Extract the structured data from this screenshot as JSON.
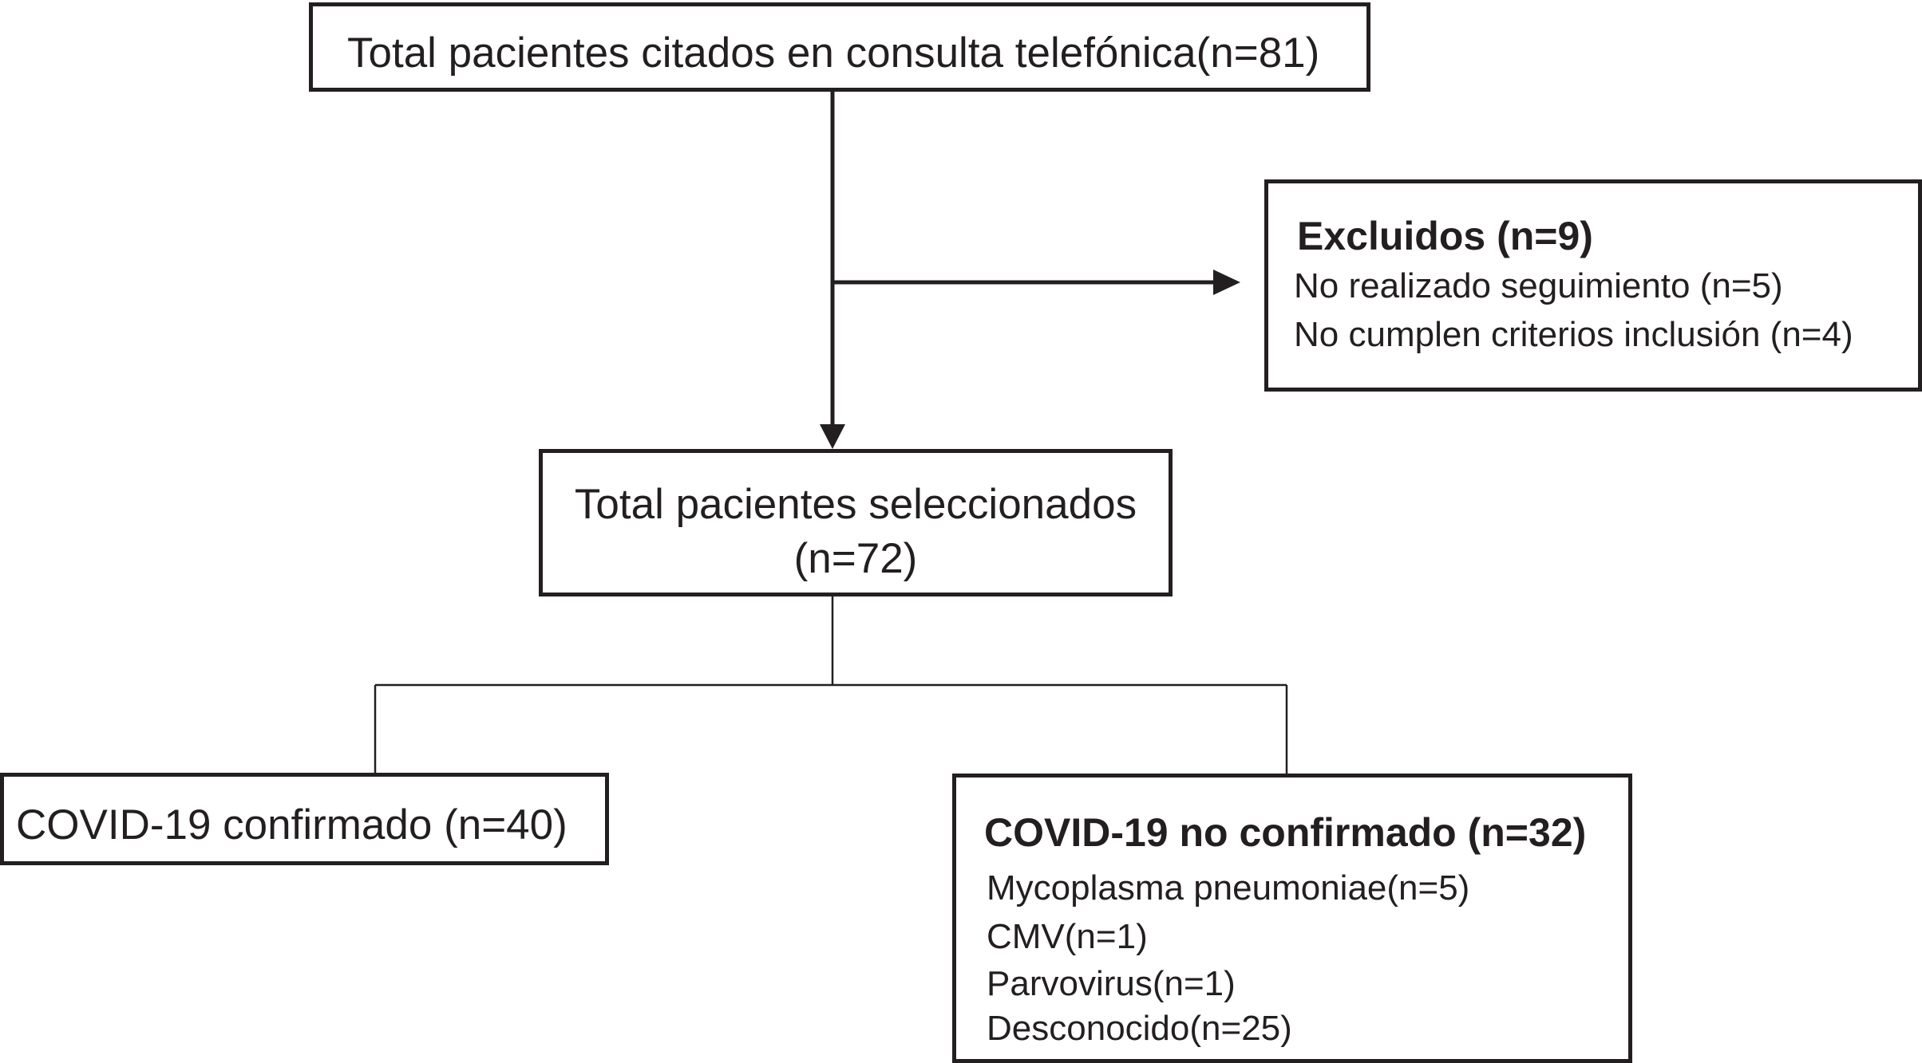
{
  "flowchart": {
    "total": {
      "label": "Total pacientes citados en consulta telefónica(n=81)"
    },
    "excluded": {
      "title": "Excluidos (n=9)",
      "items": [
        "No realizado seguimiento (n=5)",
        "No cumplen criterios inclusión (n=4)"
      ]
    },
    "selected": {
      "line1": "Total pacientes seleccionados",
      "line2": "(n=72)"
    },
    "confirmed": {
      "label": "COVID-19 confirmado (n=40)"
    },
    "not_confirmed": {
      "title": "COVID-19 no confirmado (n=32)",
      "items": [
        "Mycoplasma pneumoniae(n=5)",
        "CMV(n=1)",
        "Parvovirus(n=1)",
        "Desconocido(n=25)"
      ]
    }
  },
  "colors": {
    "line": "#231f20",
    "background": "#ffffff"
  }
}
